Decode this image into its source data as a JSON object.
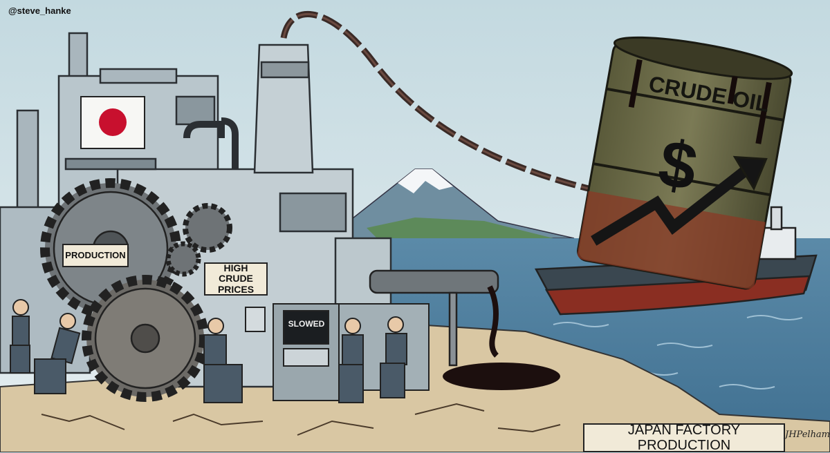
{
  "watermark": {
    "handle": "@steve_hanke"
  },
  "barrel": {
    "label": "CRUDE OIL",
    "symbol": "$"
  },
  "signs": {
    "production": "PRODUCTION",
    "high_crude_prices": "HIGH CRUDE PRICES",
    "slowed": "SLOWED"
  },
  "caption": {
    "title": "JAPAN FACTORY PRODUCTION",
    "signature": "JHPelham"
  },
  "colors": {
    "sky": "#c9dde3",
    "sea": "#4f7fa0",
    "ground": "#d9c7a3",
    "factory": "#b9c6cc",
    "barrel": "#6b6a45",
    "rust": "#8a3a25",
    "chain": "#3a2a26",
    "oil": "#1c0f0e",
    "flag_red": "#c8102e"
  }
}
